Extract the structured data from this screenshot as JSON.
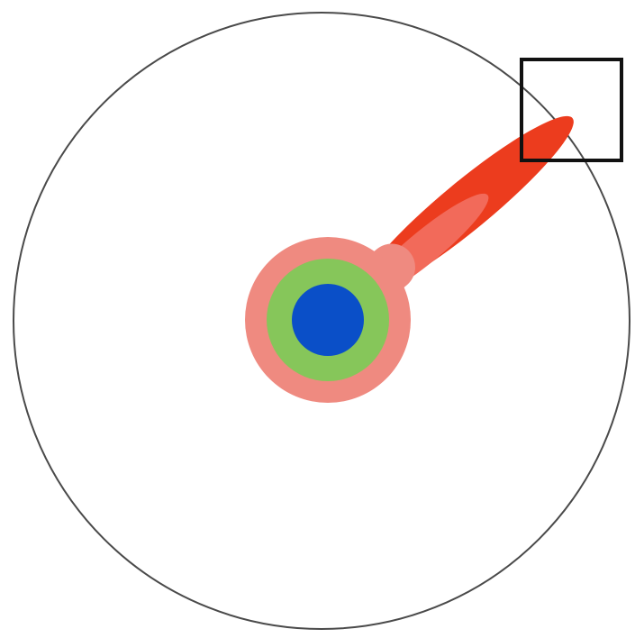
{
  "diagram": {
    "elements": [
      "outer-circle",
      "center-hub",
      "lobe",
      "highlight-box"
    ],
    "colors": {
      "background": "#ffffff",
      "outer_circle_stroke": "#4a4a4a",
      "hub_outer": "#ef8a80",
      "hub_middle": "#86c65a",
      "hub_inner": "#0a4fc8",
      "lobe_base": "#ec3c1e",
      "lobe_highlight": "#f26a5a",
      "lobe_root": "#ef8a80",
      "highlight_box": "#111111"
    }
  }
}
